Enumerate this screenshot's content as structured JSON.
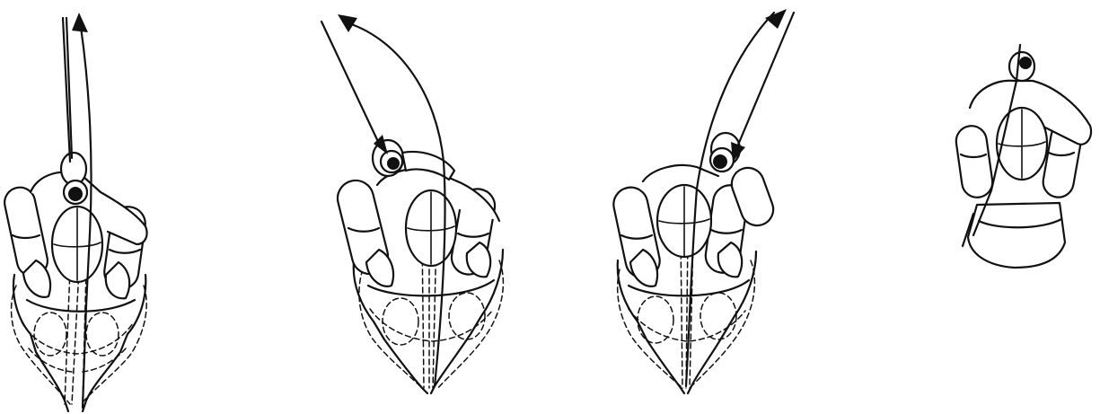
{
  "figure": {
    "panels": [
      {
        "id": "panel-1",
        "motion": "straight-up"
      },
      {
        "id": "panel-2",
        "motion": "swing-left"
      },
      {
        "id": "panel-3",
        "motion": "swing-right"
      },
      {
        "id": "panel-4",
        "motion": "rest-closeup"
      }
    ],
    "colors": {
      "ink": "#111111",
      "background": "#ffffff"
    },
    "icons": [
      "curved-arrow-icon",
      "thick-arrow-icon",
      "thumb-pivot-icon"
    ]
  }
}
